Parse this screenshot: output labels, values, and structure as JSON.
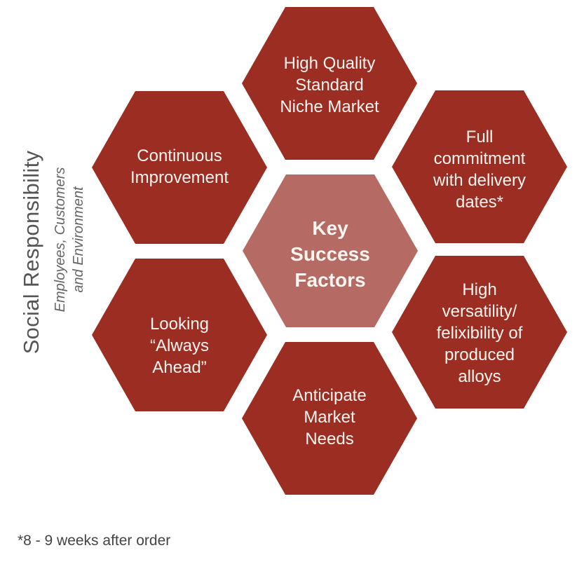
{
  "colors": {
    "hex_fill": "#9C2D22",
    "center_fill": "#B56A63",
    "text_on_hex": "#FFF4EF",
    "side_text": "#555555",
    "footnote_text": "#444444"
  },
  "center": {
    "title": "Key\nSuccess\nFactors"
  },
  "factors": [
    {
      "position": "top",
      "text": "High Quality\nStandard\nNiche Market"
    },
    {
      "position": "top-right",
      "text": "Full\ncommitment\nwith delivery\ndates*"
    },
    {
      "position": "bottom-right",
      "text": "High\nversatility/\nfelixibility of\nproduced\nalloys"
    },
    {
      "position": "bottom",
      "text": "Anticipate\nMarket\nNeeds"
    },
    {
      "position": "bottom-left",
      "text": "Looking\n“Always\nAhead”"
    },
    {
      "position": "top-left",
      "text": "Continuous\nImprovement"
    }
  ],
  "side_label": {
    "title": "Social Responsibility",
    "subtitle": "Employees, Customers\nand Environment"
  },
  "footnote": "*8 - 9 weeks after order"
}
